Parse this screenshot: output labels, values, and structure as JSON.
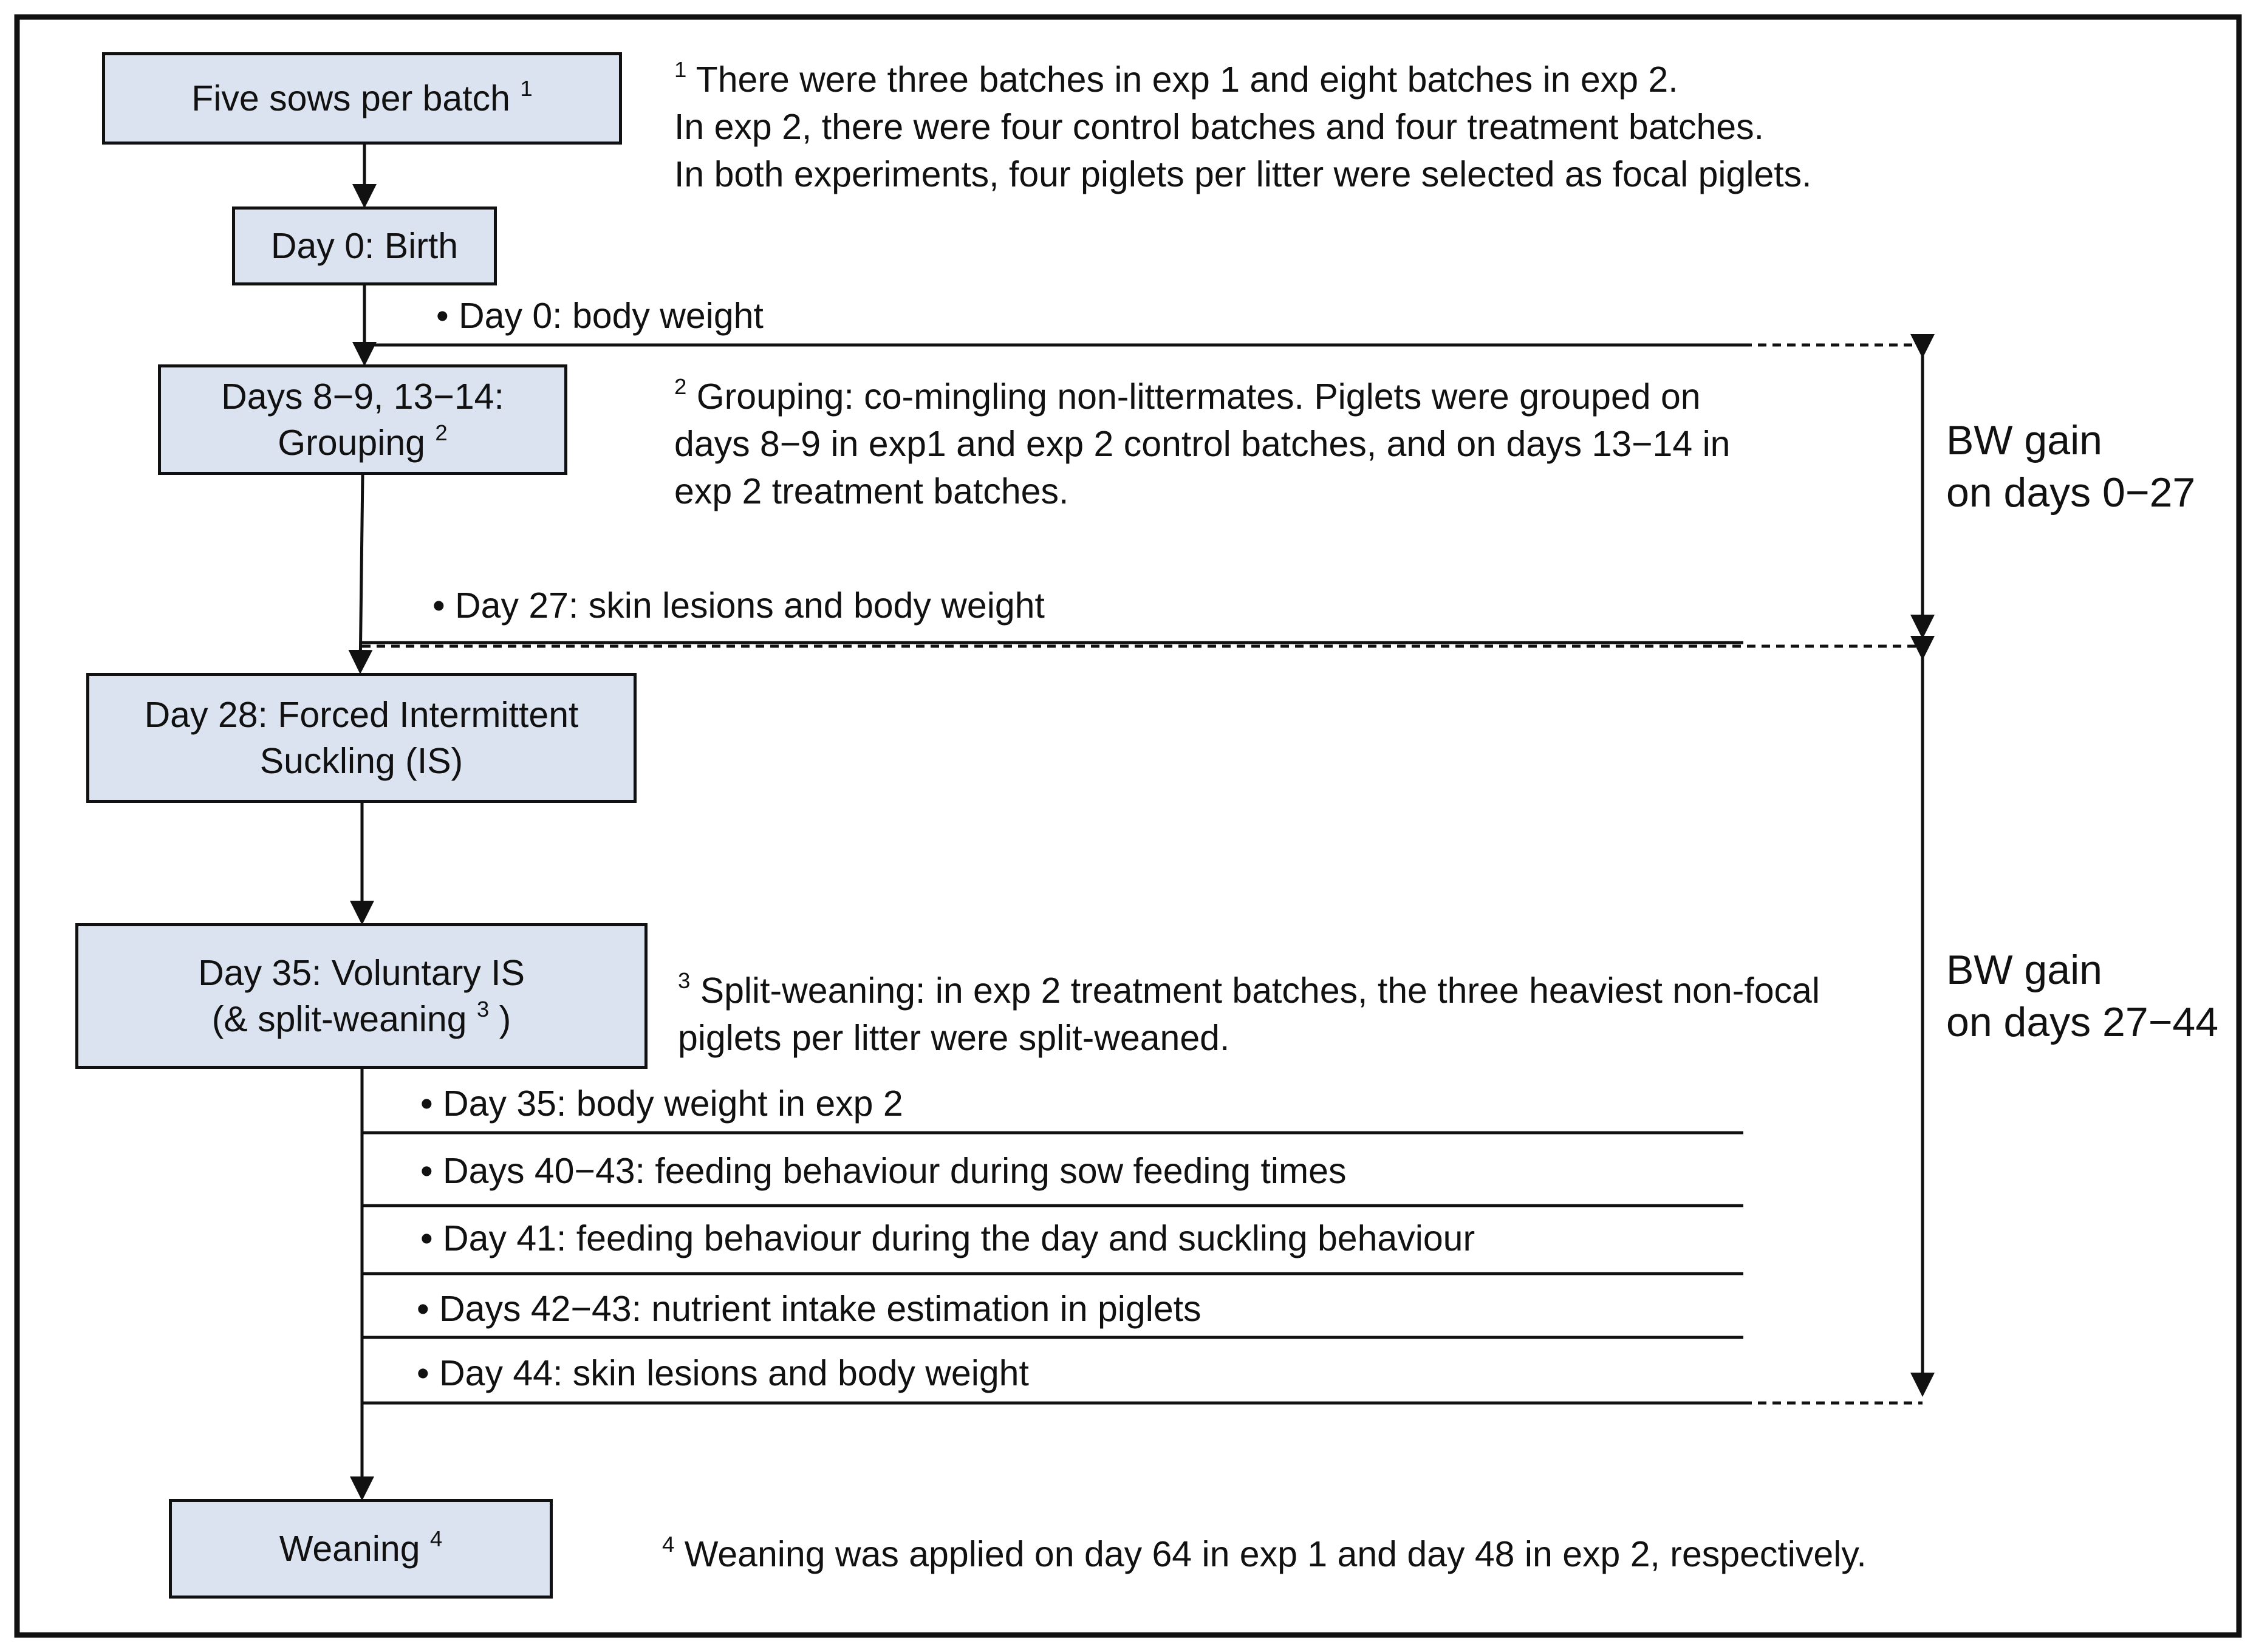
{
  "boxes": {
    "sows": {
      "text": "Five sows per batch",
      "sup": "1"
    },
    "birth": {
      "text": "Day 0: Birth"
    },
    "grouping": {
      "line1": "Days 8−9, 13−14:",
      "line2": "Grouping",
      "sup": "2"
    },
    "forced_is": {
      "line1": "Day 28: Forced Intermittent",
      "line2": "Suckling (IS)"
    },
    "voluntary_is": {
      "line1": "Day 35: Voluntary IS",
      "line2a": "(& split-weaning",
      "sup": "3",
      "line2b": ")"
    },
    "weaning": {
      "text": "Weaning",
      "sup": "4"
    }
  },
  "notes": {
    "n1": {
      "sup": "1",
      "lines": [
        "There were three batches in exp 1 and eight batches in exp 2.",
        "In exp 2, there were four control batches and four treatment batches.",
        "In both experiments, four piglets per litter were selected as focal piglets."
      ]
    },
    "n2": {
      "sup": "2",
      "lines": [
        "Grouping: co-mingling non-littermates. Piglets were grouped on",
        "days 8−9 in exp1 and exp 2 control batches, and on days 13−14 in",
        "exp 2 treatment batches."
      ]
    },
    "n3": {
      "sup": "3",
      "lines": [
        "Split-weaning: in exp 2 treatment batches, the three heaviest non-focal",
        "piglets per litter were split-weaned."
      ]
    },
    "n4": {
      "sup": "4",
      "lines": [
        "Weaning was applied on day 64 in exp 1 and day 48 in exp 2, respectively."
      ]
    }
  },
  "events": {
    "day0": "• Day 0: body weight",
    "day27": "• Day 27: skin lesions and body weight",
    "day35": "• Day 35: body weight in exp 2",
    "days40_43": "• Days 40−43: feeding behaviour during sow feeding times",
    "day41": "• Day 41: feeding behaviour during the day and suckling behaviour",
    "days42_43": "• Days 42−43: nutrient intake estimation in piglets",
    "day44": "• Day 44: skin lesions and body weight"
  },
  "gains": {
    "g1": {
      "line1": "BW gain",
      "line2": "on days 0−27"
    },
    "g2": {
      "line1": "BW gain",
      "line2": "on days 27−44"
    }
  },
  "colors": {
    "box_fill": "#dce3f0",
    "stroke": "#111111"
  }
}
